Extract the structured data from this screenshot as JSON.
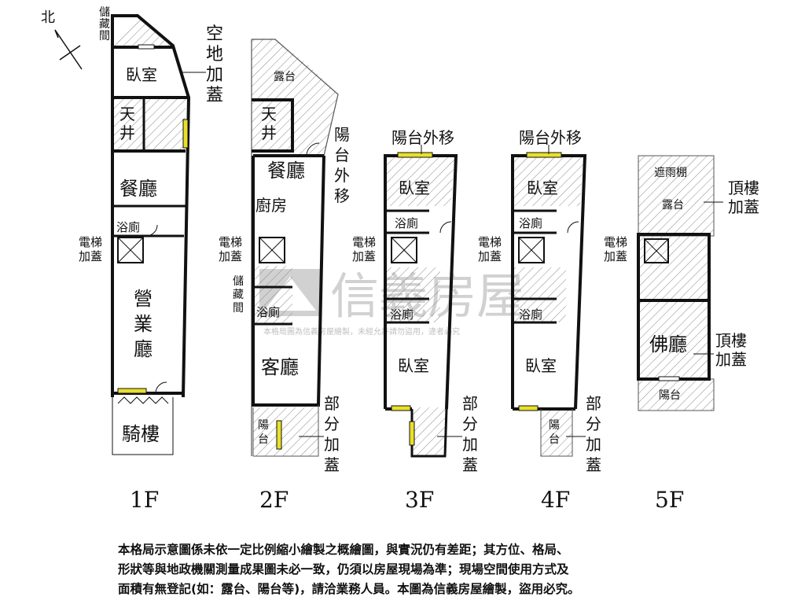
{
  "compass": {
    "label": "北"
  },
  "watermark": {
    "brand": "信義房屋",
    "notice": "本格局圖為信義房屋繪製，未經允許請勿盜用，違者必究"
  },
  "floors": {
    "f1": {
      "name": "1F",
      "rooms": {
        "storage": "儲藏間",
        "bedroom": "臥室",
        "patio": "天井",
        "dining": "餐廳",
        "bath": "浴廁",
        "shop": "營業廳",
        "arcade": "騎樓"
      },
      "notes": {
        "vacant": "空地加蓋",
        "elevator": "電梯加蓋"
      }
    },
    "f2": {
      "name": "2F",
      "rooms": {
        "terrace": "露台",
        "patio": "天井",
        "dining": "餐廳",
        "kitchen": "廚房",
        "storage": "儲藏間",
        "bath": "浴廁",
        "living": "客廳",
        "balcony": "陽台"
      },
      "notes": {
        "balcony_moved": "陽台外移",
        "elevator": "電梯加蓋",
        "partial": "部分加蓋"
      }
    },
    "f3": {
      "name": "3F",
      "rooms": {
        "bedroom_front": "臥室",
        "bath1": "浴廁",
        "bath2": "浴廁",
        "bedroom_rear": "臥室"
      },
      "notes": {
        "balcony_moved": "陽台外移",
        "elevator": "電梯加蓋",
        "partial": "部分加蓋"
      }
    },
    "f4": {
      "name": "4F",
      "rooms": {
        "bedroom_front": "臥室",
        "bath1": "浴廁",
        "bath2": "浴廁",
        "bedroom_rear": "臥室",
        "balcony": "陽台"
      },
      "notes": {
        "balcony_moved": "陽台外移",
        "elevator": "電梯加蓋",
        "partial": "部分加蓋"
      }
    },
    "f5": {
      "name": "5F",
      "rooms": {
        "canopy": "遮雨棚",
        "terrace": "露台",
        "shrine": "佛廳",
        "balcony": "陽台"
      },
      "notes": {
        "roof_top": "頂樓加蓋",
        "elevator": "電梯加蓋",
        "roof_bottom": "頂樓加蓋"
      }
    }
  },
  "disclaimer": {
    "line1": "本格局示意圖係未依一定比例縮小繪製之概繪圖，與實況仍有差距；其方位、格局、",
    "line2": "形狀等與地政機關測量成果圖未必一致，仍須以房屋現場為準；現場空間使用方式及",
    "line3": "面積有無登記(如：露台、陽台等)，請洽業務人員。本圖為信義房屋繪製，盜用必究。"
  },
  "colors": {
    "wall": "#111111",
    "hatch": "#8a8a8a",
    "window": "#e8e02a",
    "watermark": "#c9c9c9"
  }
}
